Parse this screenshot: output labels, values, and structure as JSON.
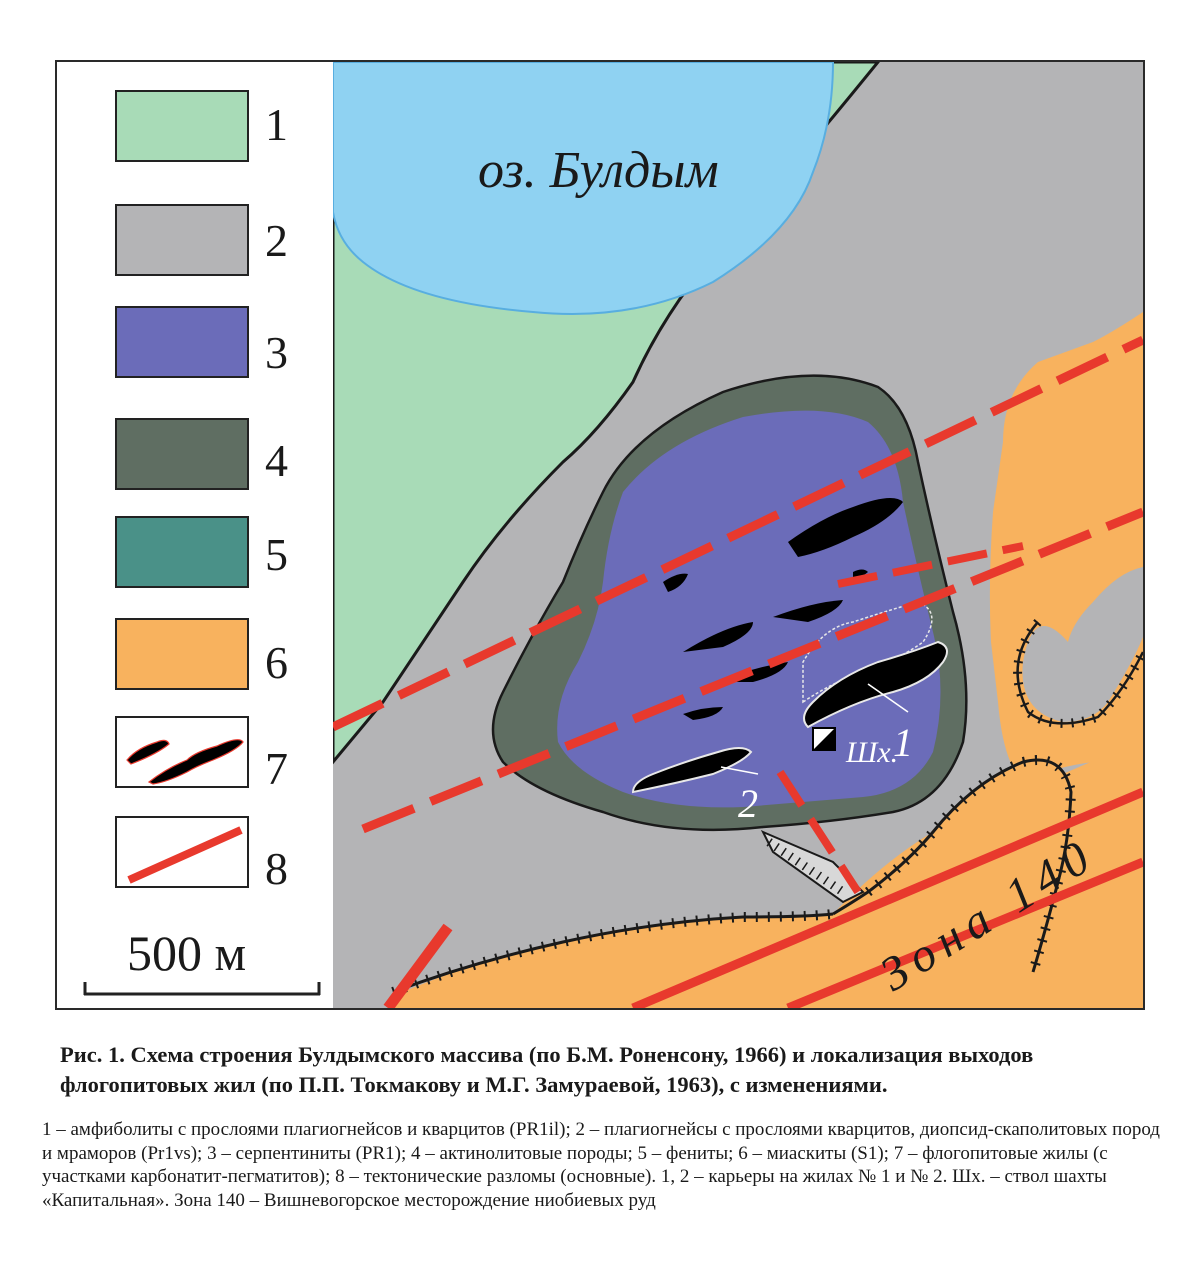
{
  "legend": {
    "items": [
      {
        "num": "1",
        "color": "#a8dbb7"
      },
      {
        "num": "2",
        "color": "#b4b4b6"
      },
      {
        "num": "3",
        "color": "#6b6cb9"
      },
      {
        "num": "4",
        "color": "#5f6e62"
      },
      {
        "num": "5",
        "color": "#4a9188"
      },
      {
        "num": "6",
        "color": "#f8b25e"
      },
      {
        "num": "7",
        "icon": "vein-symbol"
      },
      {
        "num": "8",
        "icon": "fault-line-symbol"
      }
    ],
    "scale_label": "500 м"
  },
  "map": {
    "lake_label": "оз. Булдым",
    "quarry1_label": "1",
    "quarry2_label": "2",
    "shaft_label": "Шх.",
    "zone_label": "Зона 140",
    "colors": {
      "amphibolite": "#a8dbb7",
      "plagiogneiss": "#b4b4b6",
      "serpentinite": "#6b6cb9",
      "actinolite": "#5f6e62",
      "fenite": "#4a9188",
      "miaskite": "#f8b25e",
      "lake": "#8fd2f2",
      "fault": "#e8392d",
      "vein": "#000000"
    }
  },
  "caption": {
    "title": "Рис. 1. Схема строения Булдымского массива (по Б.М. Роненсону, 1966) и локализация выходов флогопитовых жил (по П.П. Токмакову и М.Г. Замураевой, 1963), с изменениями.",
    "body": "1 – амфиболиты с прослоями плагиогнейсов и кварцитов (PR1il); 2 – плагиогнейсы с прослоями кварцитов, диопсид-скаполитовых пород и мраморов (Pr1vs); 3 – серпентиниты (PR1); 4 – актинолитовые породы; 5 – фениты; 6 – миаскиты (S1); 7 – флогопитовые жилы (с участками карбонатит-пегматитов); 8 – тектонические разломы (основные). 1, 2 – карьеры на жилах № 1 и № 2. Шх. – ствол шахты «Капитальная». Зона 140 – Вишневогорское месторождение ниобиевых руд"
  }
}
